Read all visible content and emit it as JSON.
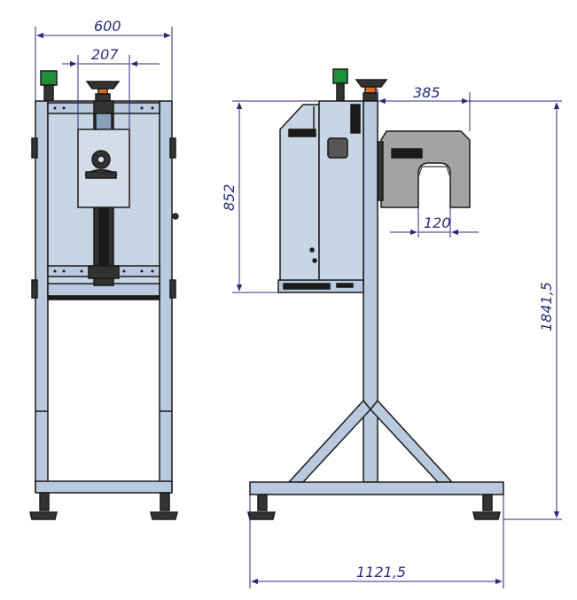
{
  "colors": {
    "frame": "#b9c9de",
    "panel": "#c8d5e5",
    "outline": "#1a1a1a",
    "dimension": "#2b2b7a",
    "gray_head": "#a3a3a3",
    "green_light": "#1f8f3a",
    "orange_knob": "#e06a1c"
  },
  "dimensions": {
    "front_width": "600",
    "front_head_width": "207",
    "side_head_height": "852",
    "side_arm_reach": "385",
    "side_gap_width": "120",
    "side_total_height": "1841,5",
    "side_base_width": "1121,5"
  },
  "icons": {
    "front_logo": "machine-logo-icon"
  }
}
